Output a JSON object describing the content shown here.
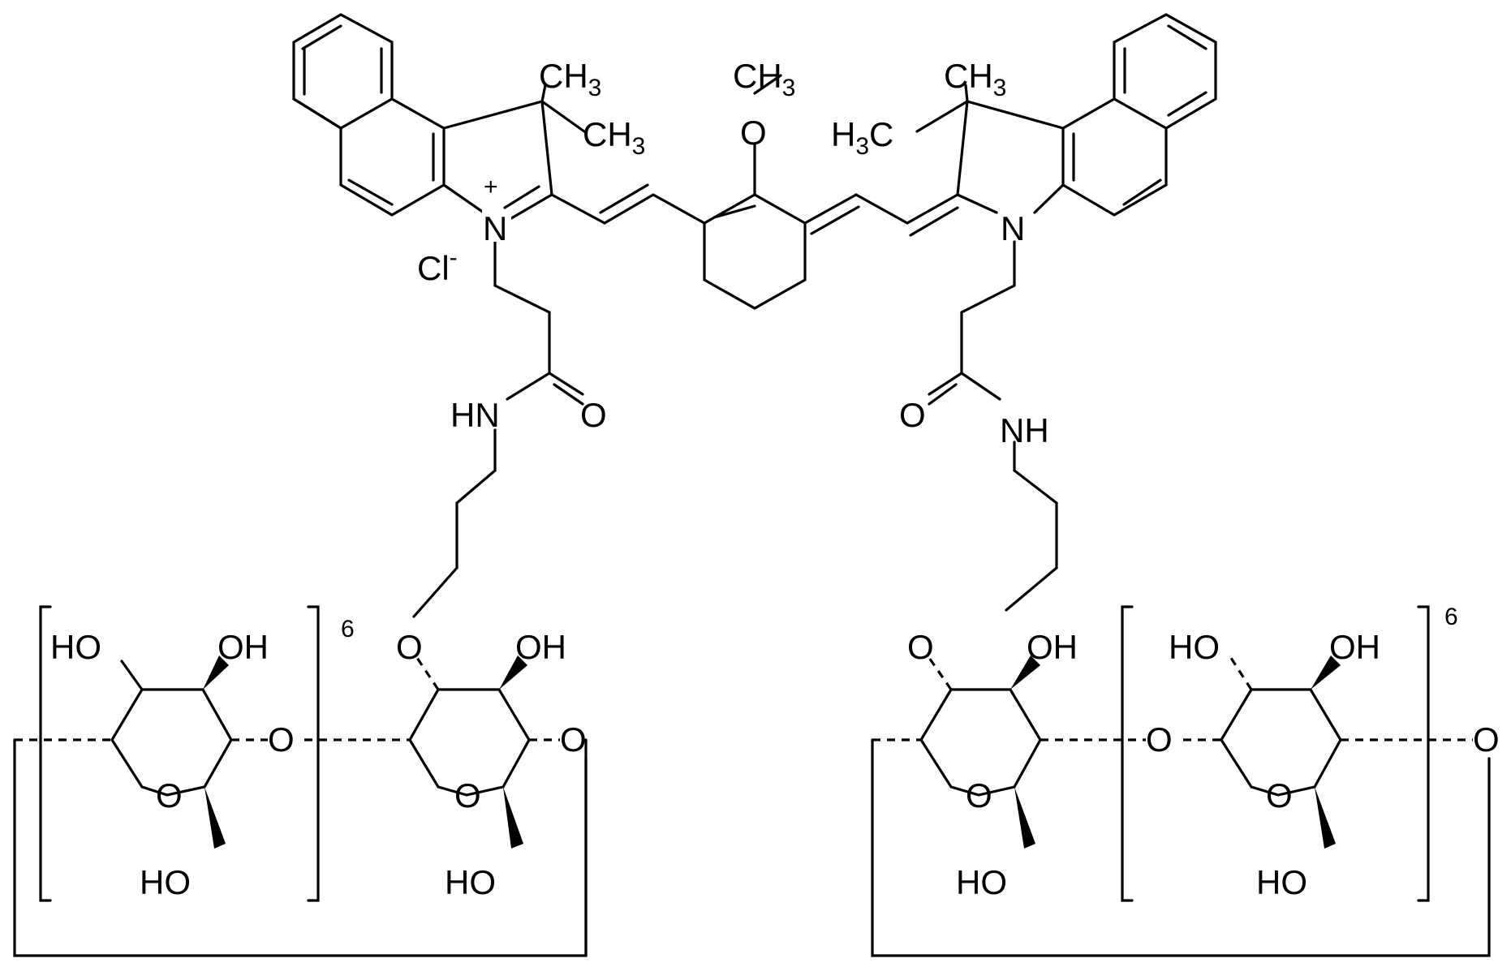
{
  "diagram": {
    "type": "chemical-structure",
    "colors": {
      "stroke": "#000000",
      "background": "#ffffff"
    },
    "labels": {
      "ch3": "CH",
      "three": "3",
      "h": "H",
      "h3c_c": "C",
      "o": "O",
      "n": "N",
      "plus": "+",
      "cl": "Cl",
      "minus": "-",
      "hn": "HN",
      "nh": "NH",
      "ho": "HO",
      "oh": "OH",
      "repeat_count": "6"
    }
  }
}
